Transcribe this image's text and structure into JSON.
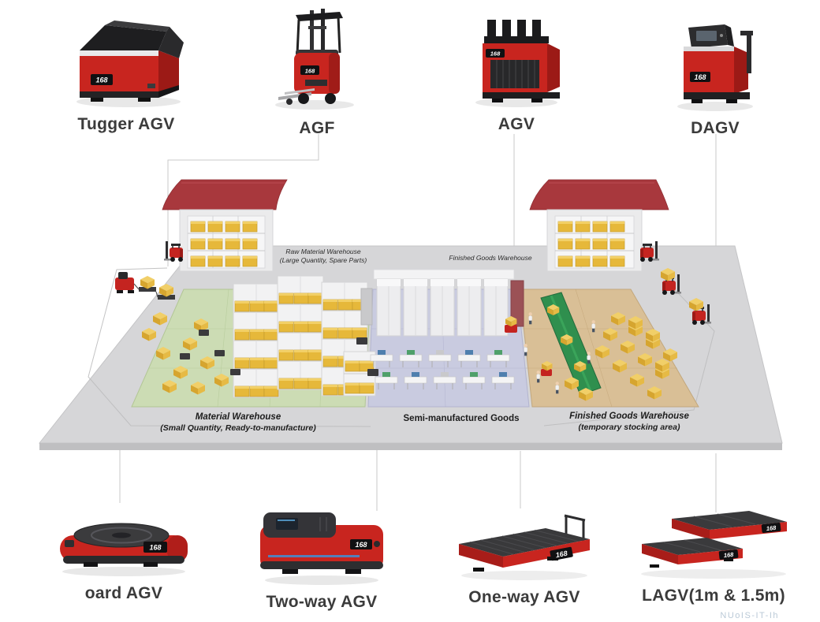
{
  "products": {
    "top": [
      {
        "label": "Tugger AGV"
      },
      {
        "label": "AGF"
      },
      {
        "label": "AGV"
      },
      {
        "label": "DAGV"
      }
    ],
    "bottom": [
      {
        "label": "oard AGV"
      },
      {
        "label": "Two-way AGV"
      },
      {
        "label": "One-way AGV"
      },
      {
        "label": "LAGV(1m & 1.5m)"
      }
    ]
  },
  "logo_text": "168",
  "diagram": {
    "zones": [
      {
        "title": "Raw Material Warehouse",
        "subtitle": "(Large Quantity, Spare Parts)"
      },
      {
        "title": "Finished Goods Warehouse",
        "subtitle": ""
      },
      {
        "title": "Material Warehouse",
        "subtitle": "(Small Quantity, Ready-to-manufacture)"
      },
      {
        "title": "Semi-manufactured Goods",
        "subtitle": ""
      },
      {
        "title": "Finished Goods Warehouse",
        "subtitle": "(temporary stocking area)"
      }
    ],
    "colors": {
      "machine_red": "#c8251f",
      "roof_red": "#a8383d",
      "floor_gray": "#d6d6d8",
      "material_zone_green": "#ccdcb4",
      "semi_zone_blue": "#c9cbe0",
      "finished_zone_tan": "#d9bf96",
      "pallet_yellow": "#e6b83a",
      "conveyor_green": "#2f8f4e"
    }
  },
  "watermark": "NUoIS-IT-Ih"
}
